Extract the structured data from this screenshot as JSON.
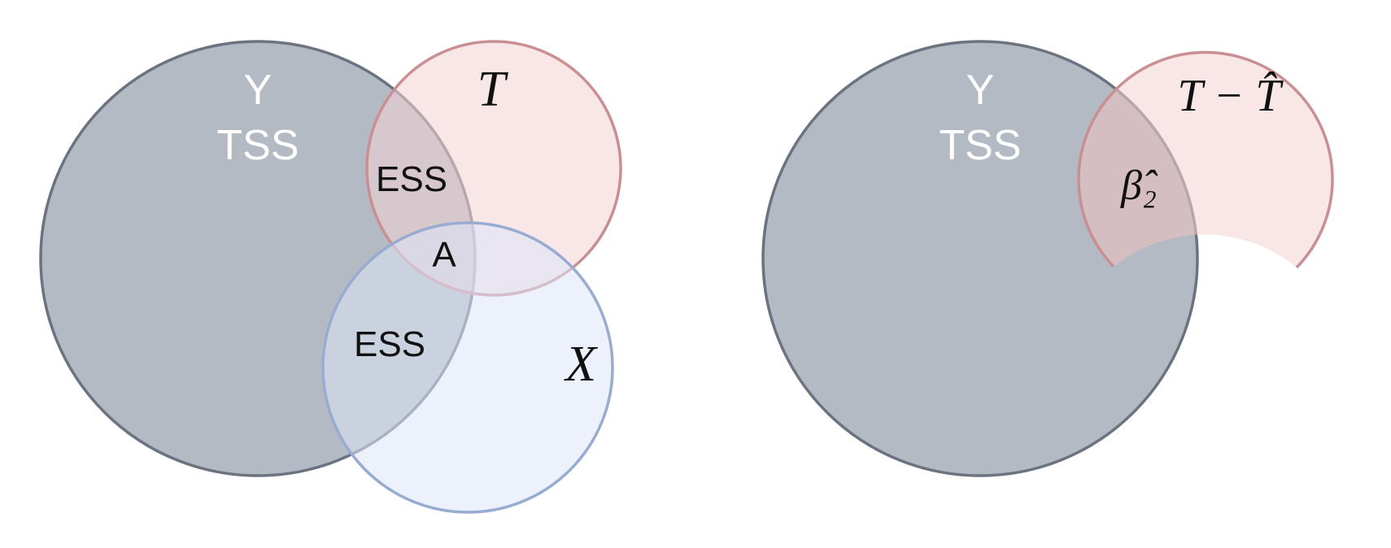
{
  "left_diagram": {
    "y_label": "Y",
    "tss_label": "TSS",
    "t_label": "T",
    "ess_upper_label": "ESS",
    "a_label": "A",
    "ess_lower_label": "ESS",
    "x_label": "X"
  },
  "right_diagram": {
    "y_label": "Y",
    "tss_label": "TSS",
    "t_minus_that_label": "T − T̂",
    "beta2_label": "β̂₂"
  },
  "colors": {
    "y_fill": "#8c95a3",
    "y_stroke": "#6b7380",
    "t_fill": "#f4d3d6",
    "t_stroke": "#c98f92",
    "x_fill": "#dde6f8",
    "x_stroke": "#98acd2"
  }
}
